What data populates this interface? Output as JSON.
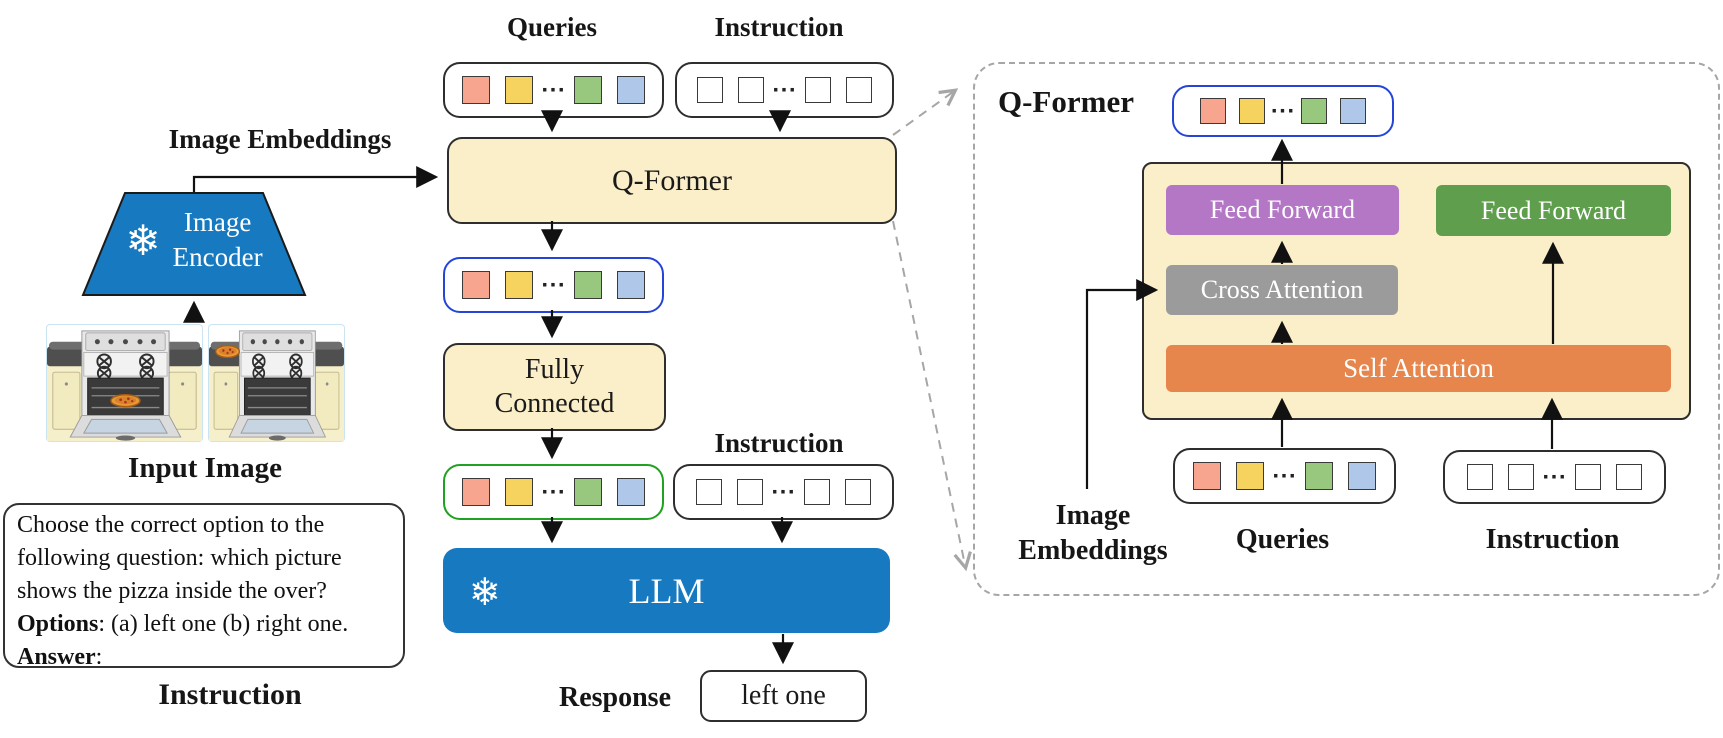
{
  "colors": {
    "token_salmon": "#F8A58F",
    "token_yellow": "#F6D35F",
    "token_green": "#98C77E",
    "token_blue": "#AFC7E8",
    "cream": "#FBEFC9",
    "frozen_blue": "#1779BF",
    "purple_ff": "#B377C5",
    "green_ff": "#5F9E4C",
    "gray_attn": "#9B9B9B",
    "orange_attn": "#E6854C",
    "blue_outline": "#2544D8",
    "green_outline": "#21A121",
    "dashed_gray": "#A6A6A6"
  },
  "tokens": {
    "ellipsis": "···"
  },
  "left": {
    "image_embeddings_label": "Image Embeddings",
    "encoder": {
      "snowflake": "❄",
      "line1": "Image",
      "line2": "Encoder"
    },
    "input_image_label": "Input Image",
    "instruction_box": {
      "line1": "Choose the correct option to the",
      "line2": "following question: which picture",
      "line3": "shows the pizza inside the over?",
      "options_label": "Options",
      "options_text": ": (a) left one (b) right one.",
      "answer_label": "Answer",
      "answer_text": ":"
    },
    "instruction_label": "Instruction"
  },
  "middle": {
    "queries_label": "Queries",
    "instruction_label_top": "Instruction",
    "qformer_label": "Q-Former",
    "fully_connected": {
      "line1": "Fully",
      "line2": "Connected"
    },
    "instruction_label_mid": "Instruction",
    "llm": {
      "snowflake": "❄",
      "label": "LLM"
    },
    "response_label": "Response",
    "response_value": "left one"
  },
  "right_panel": {
    "title": "Q-Former",
    "feed_forward_left": "Feed Forward",
    "feed_forward_right": "Feed Forward",
    "cross_attention": "Cross Attention",
    "self_attention": "Self Attention",
    "image_embeddings": {
      "line1": "Image",
      "line2": "Embeddings"
    },
    "queries_label": "Queries",
    "instruction_label": "Instruction"
  }
}
